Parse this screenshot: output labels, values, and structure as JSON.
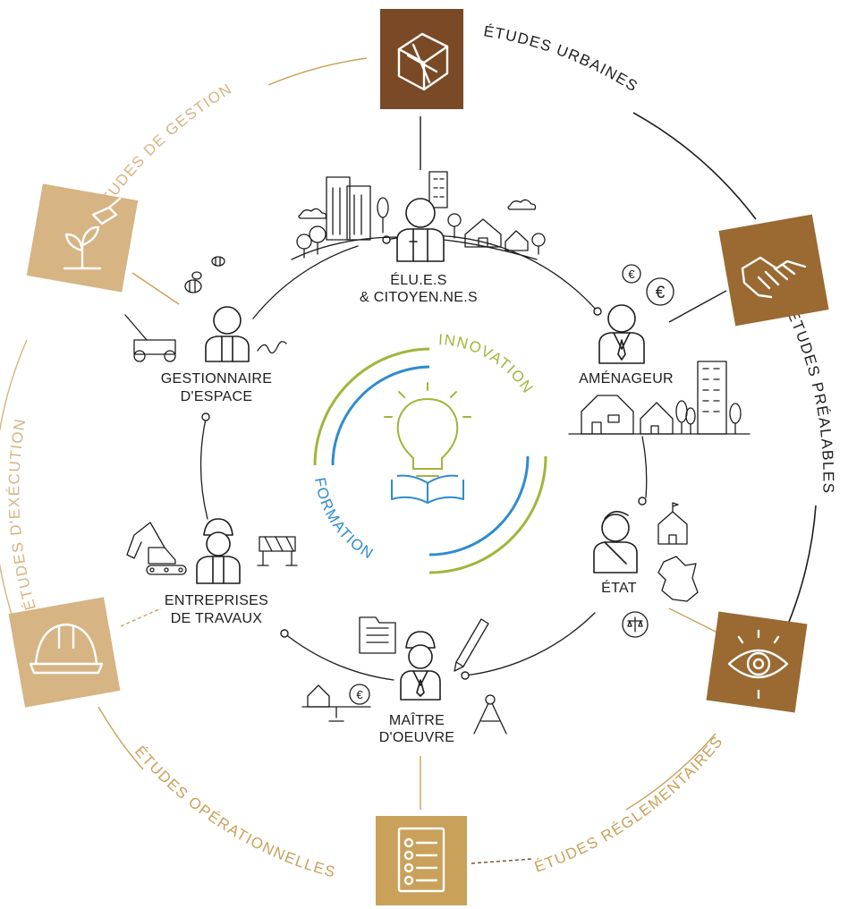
{
  "colors": {
    "outer_gold": "#c9a15a",
    "box_dark": "#7a4a26",
    "box_medium": "#9a6a32",
    "box_light": "#d6b483",
    "innovation_green": "#a3b43a",
    "formation_blue": "#2e8bcf",
    "line": "#1d1d1d"
  },
  "outer_phases": [
    {
      "label": "ÉTUDES URBAINES",
      "icon": "city-map-icon"
    },
    {
      "label": "ÉTUDES PRÉALABLES",
      "icon": "handshake-icon"
    },
    {
      "label": "ÉTUDES RÉGLEMENTAIRES",
      "icon": "eye-icon"
    },
    {
      "label": "ÉTUDES OPÉRATIONNELLES",
      "icon": "checklist-icon"
    },
    {
      "label": "ÉTUDES D'EXÉCUTION",
      "icon": "hard-hat-icon"
    },
    {
      "label": "ÉTUDES DE GESTION",
      "icon": "watering-plant-icon"
    }
  ],
  "actors": {
    "elus": {
      "line1": "ÉLU.E.S",
      "line2": "& CITOYEN.NE.S"
    },
    "amenageur": {
      "line1": "AMÉNAGEUR"
    },
    "etat": {
      "line1": "ÉTAT"
    },
    "maitre": {
      "line1": "MAÎTRE",
      "line2": "D'OEUVRE"
    },
    "entreprises": {
      "line1": "ENTREPRISES",
      "line2": "DE TRAVAUX"
    },
    "gestionnaire": {
      "line1": "GESTIONNAIRE",
      "line2": "D'ESPACE"
    }
  },
  "center": {
    "innovation": "INNOVATION",
    "formation": "FORMATION"
  },
  "currency": {
    "euro": "€"
  }
}
